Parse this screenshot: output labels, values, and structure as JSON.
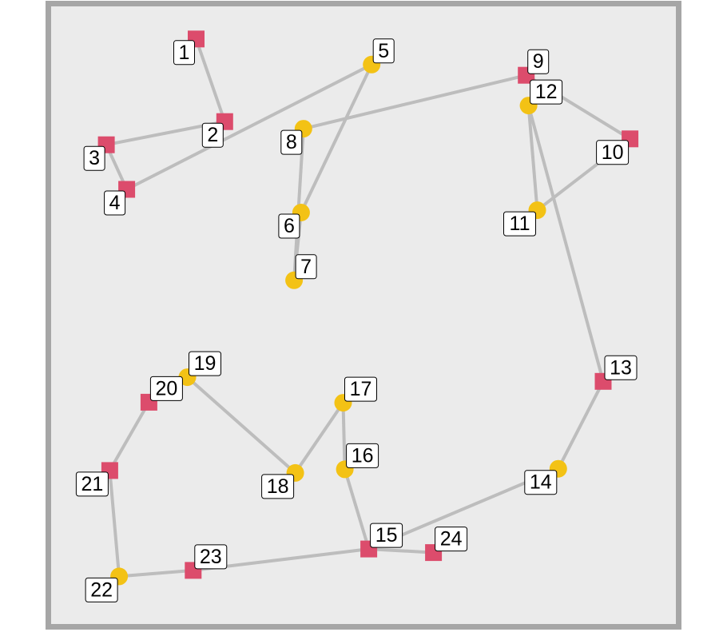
{
  "colors": {
    "panel_background": "#ebebeb",
    "panel_border": "#a6a6a6",
    "edge": "#bdbdbd",
    "square_marker": "#dc4c6c",
    "circle_marker": "#f3c215",
    "label_fill": "#ffffff",
    "label_stroke": "#000000"
  },
  "chart_data": {
    "type": "scatter",
    "xlim": [
      0,
      100
    ],
    "ylim": [
      0,
      100
    ],
    "grid": false,
    "legend": "none",
    "marker_kinds": [
      "square",
      "circle"
    ],
    "points": [
      {
        "id": 1,
        "label": "1",
        "x": 21.3,
        "y": 96.4,
        "marker": "square"
      },
      {
        "id": 2,
        "label": "2",
        "x": 26.2,
        "y": 82.5,
        "marker": "square"
      },
      {
        "id": 3,
        "label": "3",
        "x": 5.9,
        "y": 78.6,
        "marker": "square"
      },
      {
        "id": 4,
        "label": "4",
        "x": 9.4,
        "y": 71.1,
        "marker": "square"
      },
      {
        "id": 5,
        "label": "5",
        "x": 51.4,
        "y": 92.1,
        "marker": "circle"
      },
      {
        "id": 6,
        "label": "6",
        "x": 39.3,
        "y": 67.2,
        "marker": "circle"
      },
      {
        "id": 7,
        "label": "7",
        "x": 38.1,
        "y": 55.8,
        "marker": "circle"
      },
      {
        "id": 8,
        "label": "8",
        "x": 39.7,
        "y": 81.3,
        "marker": "circle"
      },
      {
        "id": 9,
        "label": "9",
        "x": 77.9,
        "y": 90.3,
        "marker": "square"
      },
      {
        "id": 10,
        "label": "10",
        "x": 95.7,
        "y": 79.6,
        "marker": "square"
      },
      {
        "id": 11,
        "label": "11",
        "x": 79.8,
        "y": 67.6,
        "marker": "circle"
      },
      {
        "id": 12,
        "label": "12",
        "x": 78.3,
        "y": 85.2,
        "marker": "circle"
      },
      {
        "id": 13,
        "label": "13",
        "x": 91.1,
        "y": 38.8,
        "marker": "square"
      },
      {
        "id": 14,
        "label": "14",
        "x": 83.4,
        "y": 24.1,
        "marker": "circle"
      },
      {
        "id": 15,
        "label": "15",
        "x": 50.9,
        "y": 10.6,
        "marker": "square"
      },
      {
        "id": 16,
        "label": "16",
        "x": 46.8,
        "y": 24.0,
        "marker": "circle"
      },
      {
        "id": 17,
        "label": "17",
        "x": 46.5,
        "y": 35.2,
        "marker": "circle"
      },
      {
        "id": 18,
        "label": "18",
        "x": 38.3,
        "y": 23.4,
        "marker": "circle"
      },
      {
        "id": 19,
        "label": "19",
        "x": 19.8,
        "y": 39.5,
        "marker": "circle"
      },
      {
        "id": 20,
        "label": "20",
        "x": 13.2,
        "y": 35.3,
        "marker": "square"
      },
      {
        "id": 21,
        "label": "21",
        "x": 6.5,
        "y": 23.8,
        "marker": "square"
      },
      {
        "id": 22,
        "label": "22",
        "x": 8.1,
        "y": 6.0,
        "marker": "circle"
      },
      {
        "id": 23,
        "label": "23",
        "x": 20.8,
        "y": 7.0,
        "marker": "square"
      },
      {
        "id": 24,
        "label": "24",
        "x": 62.0,
        "y": 10.0,
        "marker": "square"
      }
    ],
    "edges": [
      [
        1,
        2
      ],
      [
        2,
        3
      ],
      [
        3,
        4
      ],
      [
        4,
        5
      ],
      [
        5,
        6
      ],
      [
        6,
        7
      ],
      [
        7,
        8
      ],
      [
        8,
        9
      ],
      [
        9,
        10
      ],
      [
        10,
        11
      ],
      [
        11,
        12
      ],
      [
        12,
        13
      ],
      [
        13,
        14
      ],
      [
        14,
        15
      ],
      [
        15,
        16
      ],
      [
        16,
        17
      ],
      [
        17,
        18
      ],
      [
        18,
        19
      ],
      [
        19,
        20
      ],
      [
        20,
        21
      ],
      [
        21,
        22
      ],
      [
        22,
        23
      ],
      [
        23,
        15
      ],
      [
        15,
        24
      ]
    ]
  }
}
